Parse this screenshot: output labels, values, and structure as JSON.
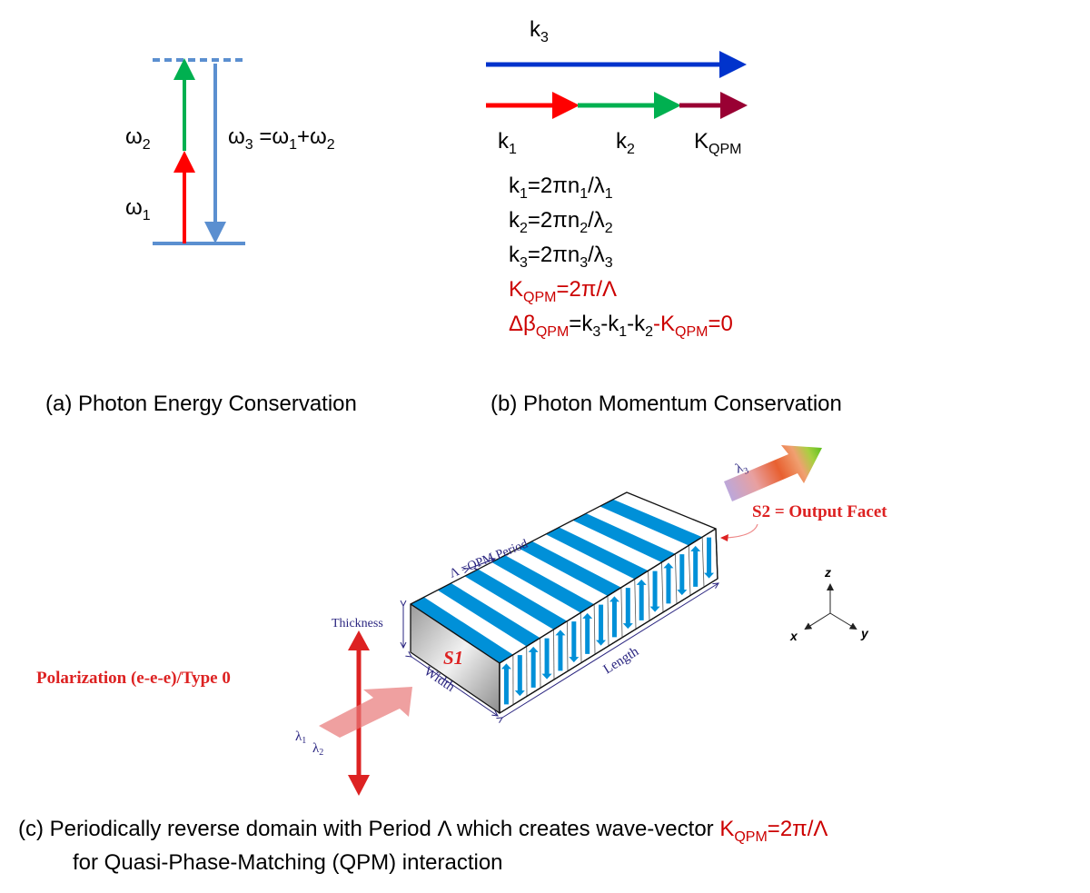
{
  "colors": {
    "blue_arrow": "#0033cc",
    "level": "#5b8fd0",
    "red": "#ff0000",
    "green": "#00b050",
    "dark_red": "#990033",
    "eq_red": "#cc0000",
    "stripe": "#0090d8",
    "label_navy": "#2a2580",
    "title_red": "#dd2222"
  },
  "energy": {
    "w2": {
      "main": "ω",
      "sub": "2"
    },
    "w1": {
      "main": "ω",
      "sub": "1"
    },
    "w3": {
      "a": "ω",
      "a_sub": "3",
      "b": " =ω",
      "b_sub": "1",
      "c": "+ω",
      "c_sub": "2"
    },
    "caption": "(a) Photon Energy Conservation"
  },
  "momentum": {
    "k3": {
      "main": "k",
      "sub": "3"
    },
    "k1": {
      "main": "k",
      "sub": "1"
    },
    "k2": {
      "main": "k",
      "sub": "2"
    },
    "kqpm": {
      "main": "K",
      "sub": "QPM"
    },
    "eq1": {
      "a": "k",
      "a_sub": "1",
      "b": "=2πn",
      "b_sub": "1",
      "c": "/λ",
      "c_sub": "1"
    },
    "eq2": {
      "a": "k",
      "a_sub": "2",
      "b": "=2πn",
      "b_sub": "2",
      "c": "/λ",
      "c_sub": "2"
    },
    "eq3": {
      "a": "k",
      "a_sub": "3",
      "b": "=2πn",
      "b_sub": "3",
      "c": "/λ",
      "c_sub": "3"
    },
    "eq4": {
      "a": "K",
      "a_sub": "QPM",
      "b": "=2π/Λ"
    },
    "eq5": {
      "a": "Δβ",
      "a_sub": "QPM",
      "b": "=k",
      "b_sub": "3",
      "c": "-k",
      "c_sub": "1",
      "d": "-k",
      "d_sub": "2",
      "e": "-K",
      "e_sub": "QPM",
      "f": "=0"
    },
    "caption": "(b) Photon Momentum Conservation"
  },
  "crystal": {
    "domain_count": 16,
    "stripe_periods": 8,
    "lambda3": {
      "main": "λ",
      "sub": "3"
    },
    "output_facet": "S2 = Output Facet",
    "period_label": "Λ =QPM Period",
    "thickness": "Thickness",
    "width": "Width",
    "length": "Length",
    "s1": "S1",
    "polarization": "Polarization (e-e-e)/Type 0",
    "lambda1": {
      "main": "λ",
      "sub": "1"
    },
    "lambda2": {
      "main": "λ",
      "sub": "2"
    },
    "axes": {
      "z": "z",
      "x": "x",
      "y": "y"
    }
  },
  "caption_c": {
    "line1": "(c) Periodically reverse domain with Period Λ which creates wave-vector ",
    "k": "K",
    "k_sub": "QPM",
    "k_rest": "=2π/Λ",
    "line2": "for Quasi-Phase-Matching (QPM) interaction"
  }
}
